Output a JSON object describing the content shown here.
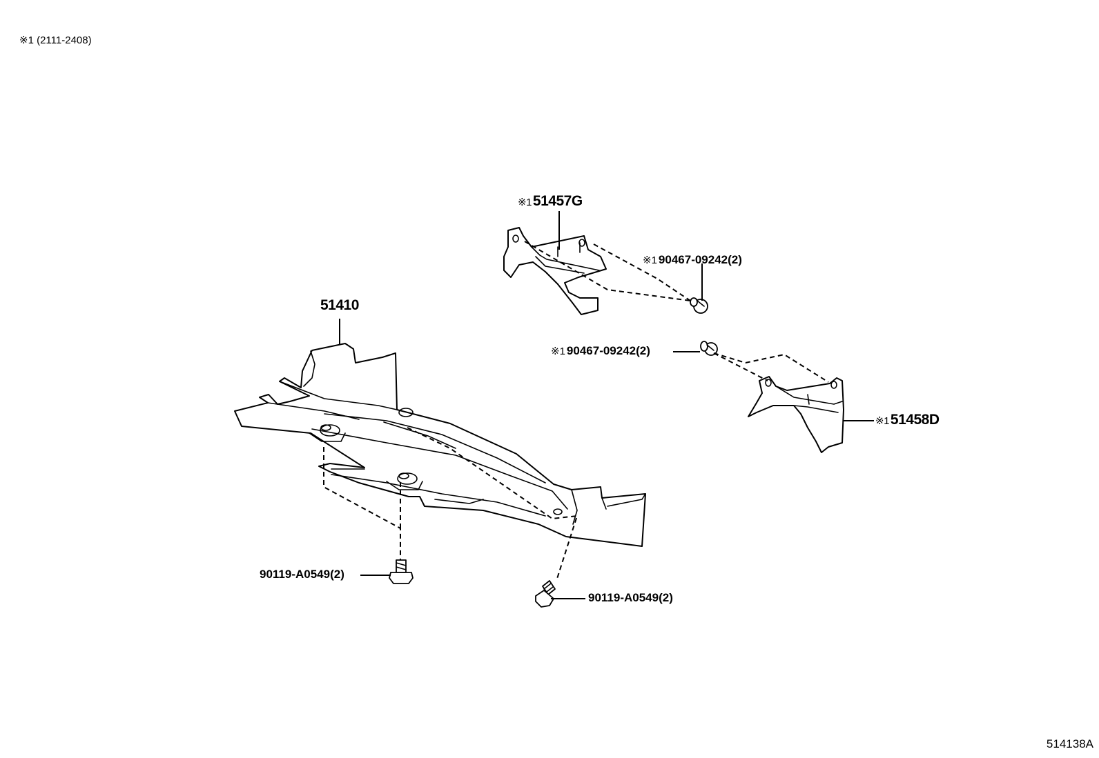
{
  "note": {
    "mark": "※1",
    "range": "(2111-2408)"
  },
  "diagram_code": "514138A",
  "callouts": {
    "p51410": {
      "part_no": "51410"
    },
    "p51457g": {
      "mark": "※1",
      "part_no": "51457G"
    },
    "p51458d": {
      "mark": "※1",
      "part_no": "51458D"
    },
    "clip_upper": {
      "mark": "※1",
      "part_no": "90467-09242(2)"
    },
    "clip_lower": {
      "mark": "※1",
      "part_no": "90467-09242(2)"
    },
    "bolt_left": {
      "part_no": "90119-A0549(2)"
    },
    "bolt_right": {
      "part_no": "90119-A0549(2)"
    }
  }
}
